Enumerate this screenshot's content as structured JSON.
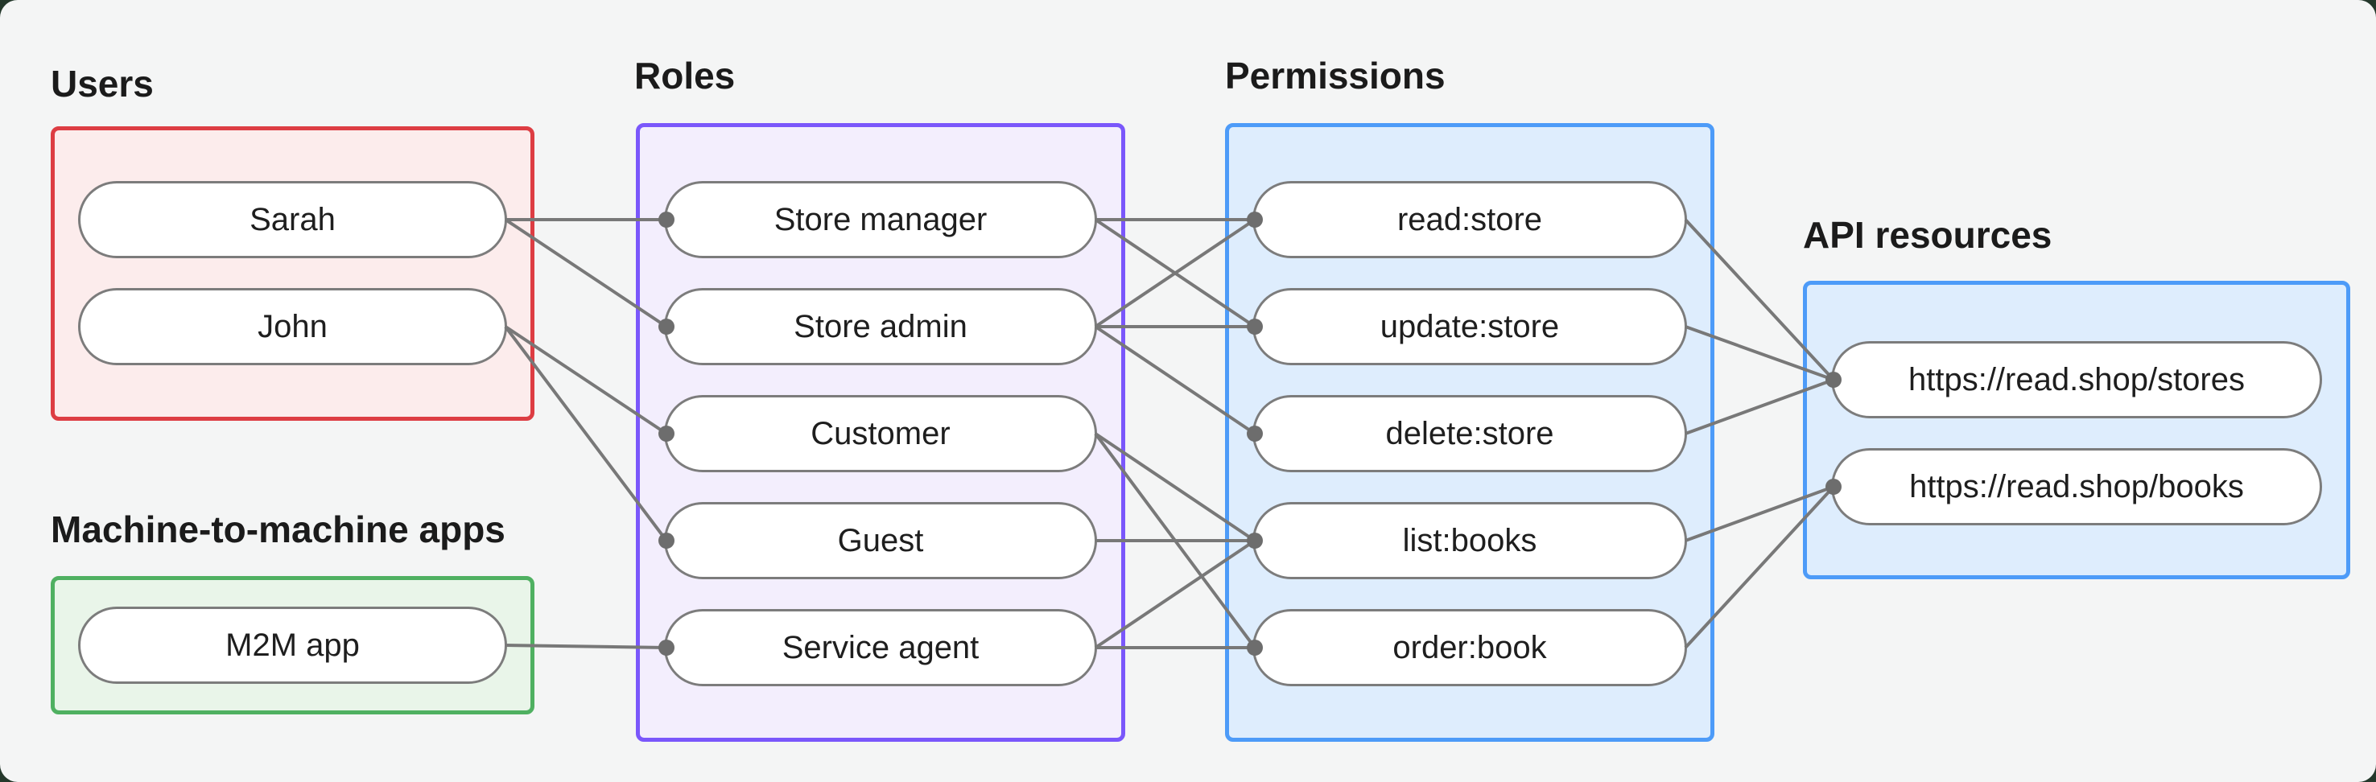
{
  "style": {
    "outer_bg": "#24382b",
    "card_bg": "#f4f5f5",
    "line_color": "#787878",
    "dot_color": "#6d6d6d",
    "pill_border": "#7c7c7c",
    "pill_bg": "#ffffff",
    "text_color": "#1e1e1e",
    "label_color": "#1b1b1b"
  },
  "sections": [
    {
      "id": "users",
      "label": "Users",
      "border": "#dd3d43",
      "fill": "#fcecec",
      "nodes": [
        {
          "id": "sarah",
          "label": "Sarah"
        },
        {
          "id": "john",
          "label": "John"
        }
      ]
    },
    {
      "id": "m2m",
      "label": "Machine-to-machine apps",
      "border": "#4fb061",
      "fill": "#e9f5e9",
      "nodes": [
        {
          "id": "m2m-app",
          "label": "M2M app"
        }
      ]
    },
    {
      "id": "roles",
      "label": "Roles",
      "border": "#7a57fb",
      "fill": "#f3eefd",
      "nodes": [
        {
          "id": "store-manager",
          "label": "Store manager"
        },
        {
          "id": "store-admin",
          "label": "Store admin"
        },
        {
          "id": "customer",
          "label": "Customer"
        },
        {
          "id": "guest",
          "label": "Guest"
        },
        {
          "id": "service-agent",
          "label": "Service agent"
        }
      ]
    },
    {
      "id": "permissions",
      "label": "Permissions",
      "border": "#4d9bf8",
      "fill": "#deedfd",
      "nodes": [
        {
          "id": "read-store",
          "label": "read:store"
        },
        {
          "id": "update-store",
          "label": "update:store"
        },
        {
          "id": "delete-store",
          "label": "delete:store"
        },
        {
          "id": "list-books",
          "label": "list:books"
        },
        {
          "id": "order-book",
          "label": "order:book"
        }
      ]
    },
    {
      "id": "api",
      "label": "API resources",
      "border": "#4d9bf8",
      "fill": "#deedfd",
      "nodes": [
        {
          "id": "stores",
          "label": "https://read.shop/stores"
        },
        {
          "id": "books",
          "label": "https://read.shop/books"
        }
      ]
    }
  ],
  "connections": [
    {
      "from": "sarah",
      "to": "store-manager"
    },
    {
      "from": "sarah",
      "to": "store-admin"
    },
    {
      "from": "john",
      "to": "customer"
    },
    {
      "from": "john",
      "to": "guest"
    },
    {
      "from": "m2m-app",
      "to": "service-agent"
    },
    {
      "from": "store-manager",
      "to": "read-store"
    },
    {
      "from": "store-manager",
      "to": "update-store"
    },
    {
      "from": "store-admin",
      "to": "read-store"
    },
    {
      "from": "store-admin",
      "to": "update-store"
    },
    {
      "from": "store-admin",
      "to": "delete-store"
    },
    {
      "from": "customer",
      "to": "list-books"
    },
    {
      "from": "customer",
      "to": "order-book"
    },
    {
      "from": "guest",
      "to": "list-books"
    },
    {
      "from": "service-agent",
      "to": "list-books"
    },
    {
      "from": "service-agent",
      "to": "order-book"
    },
    {
      "from": "read-store",
      "to": "stores"
    },
    {
      "from": "update-store",
      "to": "stores"
    },
    {
      "from": "delete-store",
      "to": "stores"
    },
    {
      "from": "list-books",
      "to": "books"
    },
    {
      "from": "order-book",
      "to": "books"
    }
  ]
}
